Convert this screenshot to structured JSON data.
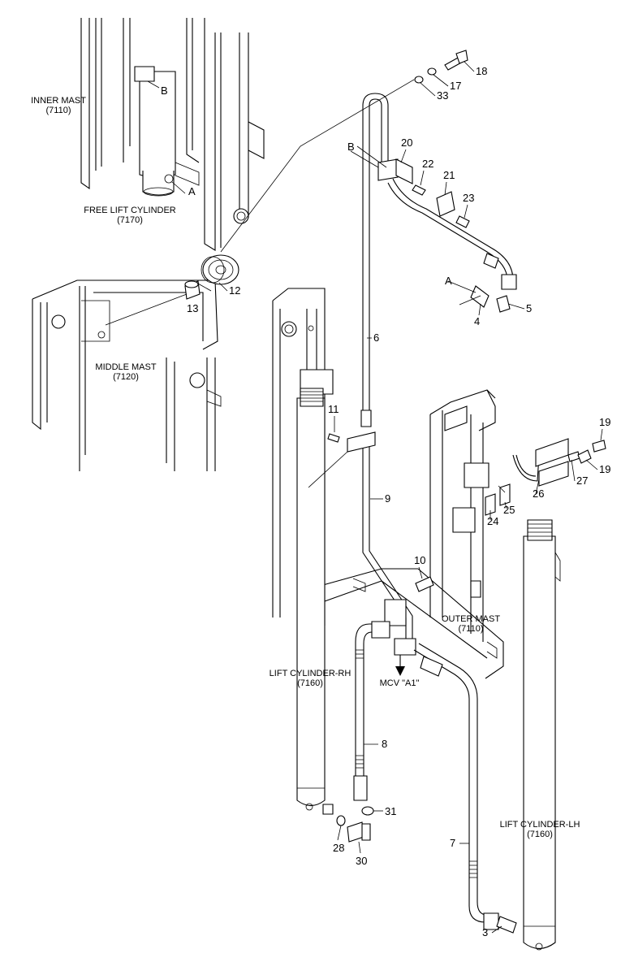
{
  "diagram": {
    "captions": {
      "inner_mast": [
        "INNER MAST",
        "(7110)"
      ],
      "free_lift_cylinder": [
        "FREE LIFT CYLINDER",
        "(7170)"
      ],
      "middle_mast": [
        "MIDDLE MAST",
        "(7120)"
      ],
      "outer_mast": [
        "OUTER MAST",
        "(7110)"
      ],
      "lift_cylinder_rh": [
        "LIFT CYLINDER-RH",
        "(7160)"
      ],
      "lift_cylinder_lh": [
        "LIFT CYLINDER-LH",
        "(7160)"
      ],
      "mcv": "MCV \"A1\""
    },
    "ref_letters": {
      "a": "A",
      "b": "B"
    },
    "parts": {
      "p3": "3",
      "p4": "4",
      "p5": "5",
      "p6": "6",
      "p7": "7",
      "p8": "8",
      "p9": "9",
      "p10": "10",
      "p11": "11",
      "p12": "12",
      "p13": "13",
      "p17": "17",
      "p18": "18",
      "p19a": "19",
      "p19b": "19",
      "p20": "20",
      "p21": "21",
      "p22": "22",
      "p23": "23",
      "p24": "24",
      "p25": "25",
      "p26": "26",
      "p27": "27",
      "p28": "28",
      "p30": "30",
      "p31": "31",
      "p33": "33"
    }
  }
}
